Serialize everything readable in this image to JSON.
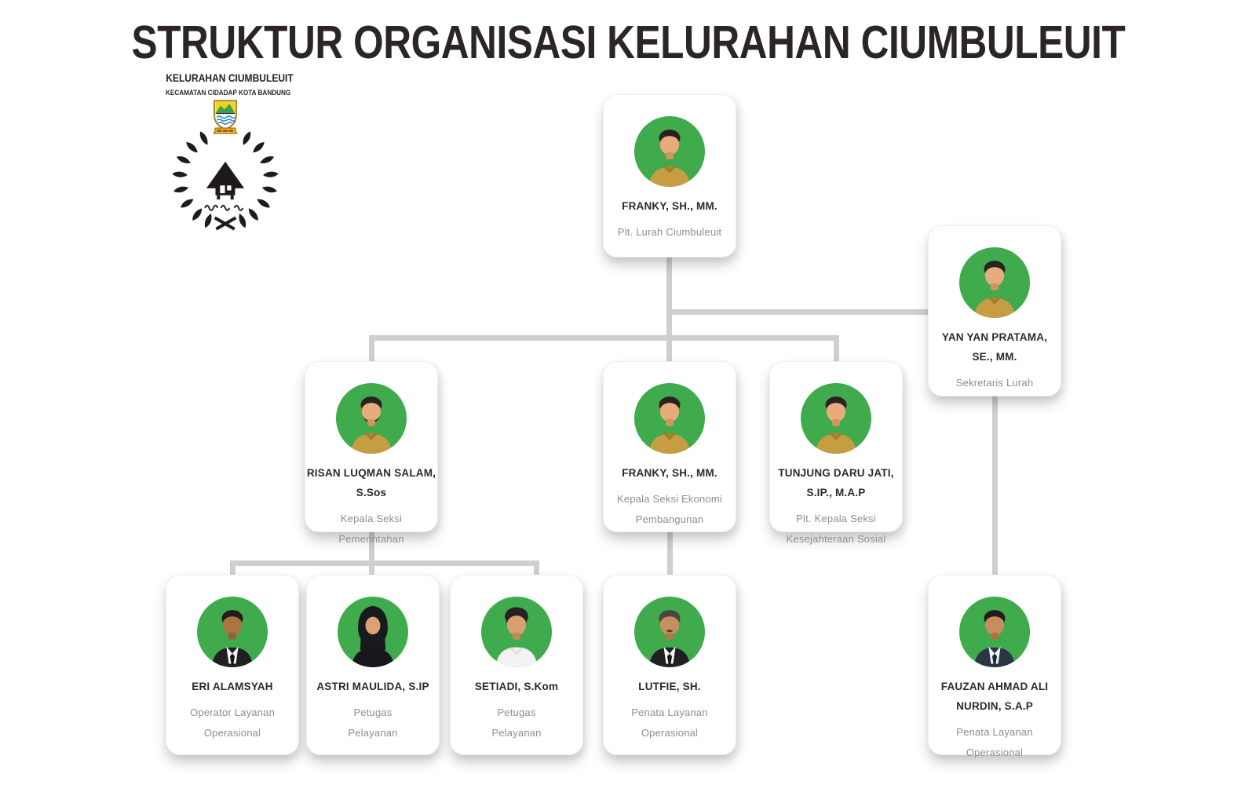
{
  "page": {
    "title": "STRUKTUR ORGANISASI KELURAHAN CIUMBULEUIT"
  },
  "logo": {
    "line1": "KELURAHAN CIUMBULEUIT",
    "line2": "KECAMATAN CIDADAP KOTA BANDUNG",
    "emblem": "bandung-city-shield",
    "wreath": "laurel-wreath-traditional-house"
  },
  "colors": {
    "avatar_background_green": "#3fab4c",
    "uniform_khaki": "#c79d43",
    "connector_gray": "#cfcfcf",
    "name_text": "#2e282a",
    "role_text": "#8f8d8e",
    "title_text": "#2b2527"
  },
  "org": {
    "cards": [
      {
        "id": "plt-lurah",
        "name_lines": [
          "FRANKY, SH., MM."
        ],
        "role_lines": [
          "Plt. Lurah Ciumbuleuit"
        ],
        "avatar": {
          "style": "uniform"
        }
      },
      {
        "id": "sekretaris-lurah",
        "name_lines": [
          "YAN YAN PRATAMA,",
          "SE., MM."
        ],
        "role_lines": [
          "Sekretaris Lurah"
        ],
        "avatar": {
          "style": "uniform"
        }
      },
      {
        "id": "kepala-seksi-pemerintahan",
        "name_lines": [
          "RISAN LUQMAN SALAM,",
          "S.Sos"
        ],
        "role_lines": [
          "Kepala Seksi",
          "Pemerintahan"
        ],
        "avatar": {
          "style": "uniform-beard"
        }
      },
      {
        "id": "kepala-seksi-ekonomi-pembangunan",
        "name_lines": [
          "FRANKY, SH., MM."
        ],
        "role_lines": [
          "Kepala Seksi Ekonomi",
          "Pembangunan"
        ],
        "avatar": {
          "style": "uniform"
        }
      },
      {
        "id": "plt-kepala-seksi-kesejahteraan-sosial",
        "name_lines": [
          "TUNJUNG DARU JATI,",
          "S.IP., M.A.P"
        ],
        "role_lines": [
          "Plt. Kepala Seksi",
          "Kesejahteraan Sosial"
        ],
        "avatar": {
          "style": "uniform"
        }
      },
      {
        "id": "operator-layanan-operasional",
        "name_lines": [
          "ERI ALAMSYAH"
        ],
        "role_lines": [
          "Operator Layanan",
          "Operasional"
        ],
        "avatar": {
          "style": "black-suit"
        }
      },
      {
        "id": "petugas-pelayanan-1",
        "name_lines": [
          "ASTRI MAULIDA, S.IP"
        ],
        "role_lines": [
          "Petugas",
          "Pelayanan"
        ],
        "avatar": {
          "style": "hijab"
        }
      },
      {
        "id": "petugas-pelayanan-2",
        "name_lines": [
          "SETIADI, S.Kom"
        ],
        "role_lines": [
          "Petugas",
          "Pelayanan"
        ],
        "avatar": {
          "style": "white-shirt"
        }
      },
      {
        "id": "penata-layanan-operasional-1",
        "name_lines": [
          "LUTFIE, SH."
        ],
        "role_lines": [
          "Penata Layanan",
          "Operasional"
        ],
        "avatar": {
          "style": "black-suit-older"
        }
      },
      {
        "id": "penata-layanan-operasional-2",
        "name_lines": [
          "FAUZAN AHMAD ALI",
          "NURDIN, S.A.P"
        ],
        "role_lines": [
          "Penata Layanan",
          "Operasional"
        ],
        "avatar": {
          "style": "navy-suit"
        }
      }
    ],
    "hierarchy": [
      {
        "from": "plt-lurah",
        "to": "sekretaris-lurah"
      },
      {
        "from": "plt-lurah",
        "to": "kepala-seksi-pemerintahan"
      },
      {
        "from": "plt-lurah",
        "to": "kepala-seksi-ekonomi-pembangunan"
      },
      {
        "from": "plt-lurah",
        "to": "plt-kepala-seksi-kesejahteraan-sosial"
      },
      {
        "from": "kepala-seksi-pemerintahan",
        "to": "operator-layanan-operasional"
      },
      {
        "from": "kepala-seksi-pemerintahan",
        "to": "petugas-pelayanan-1"
      },
      {
        "from": "kepala-seksi-pemerintahan",
        "to": "petugas-pelayanan-2"
      },
      {
        "from": "kepala-seksi-ekonomi-pembangunan",
        "to": "penata-layanan-operasional-1"
      },
      {
        "from": "sekretaris-lurah",
        "to": "penata-layanan-operasional-2"
      }
    ]
  }
}
